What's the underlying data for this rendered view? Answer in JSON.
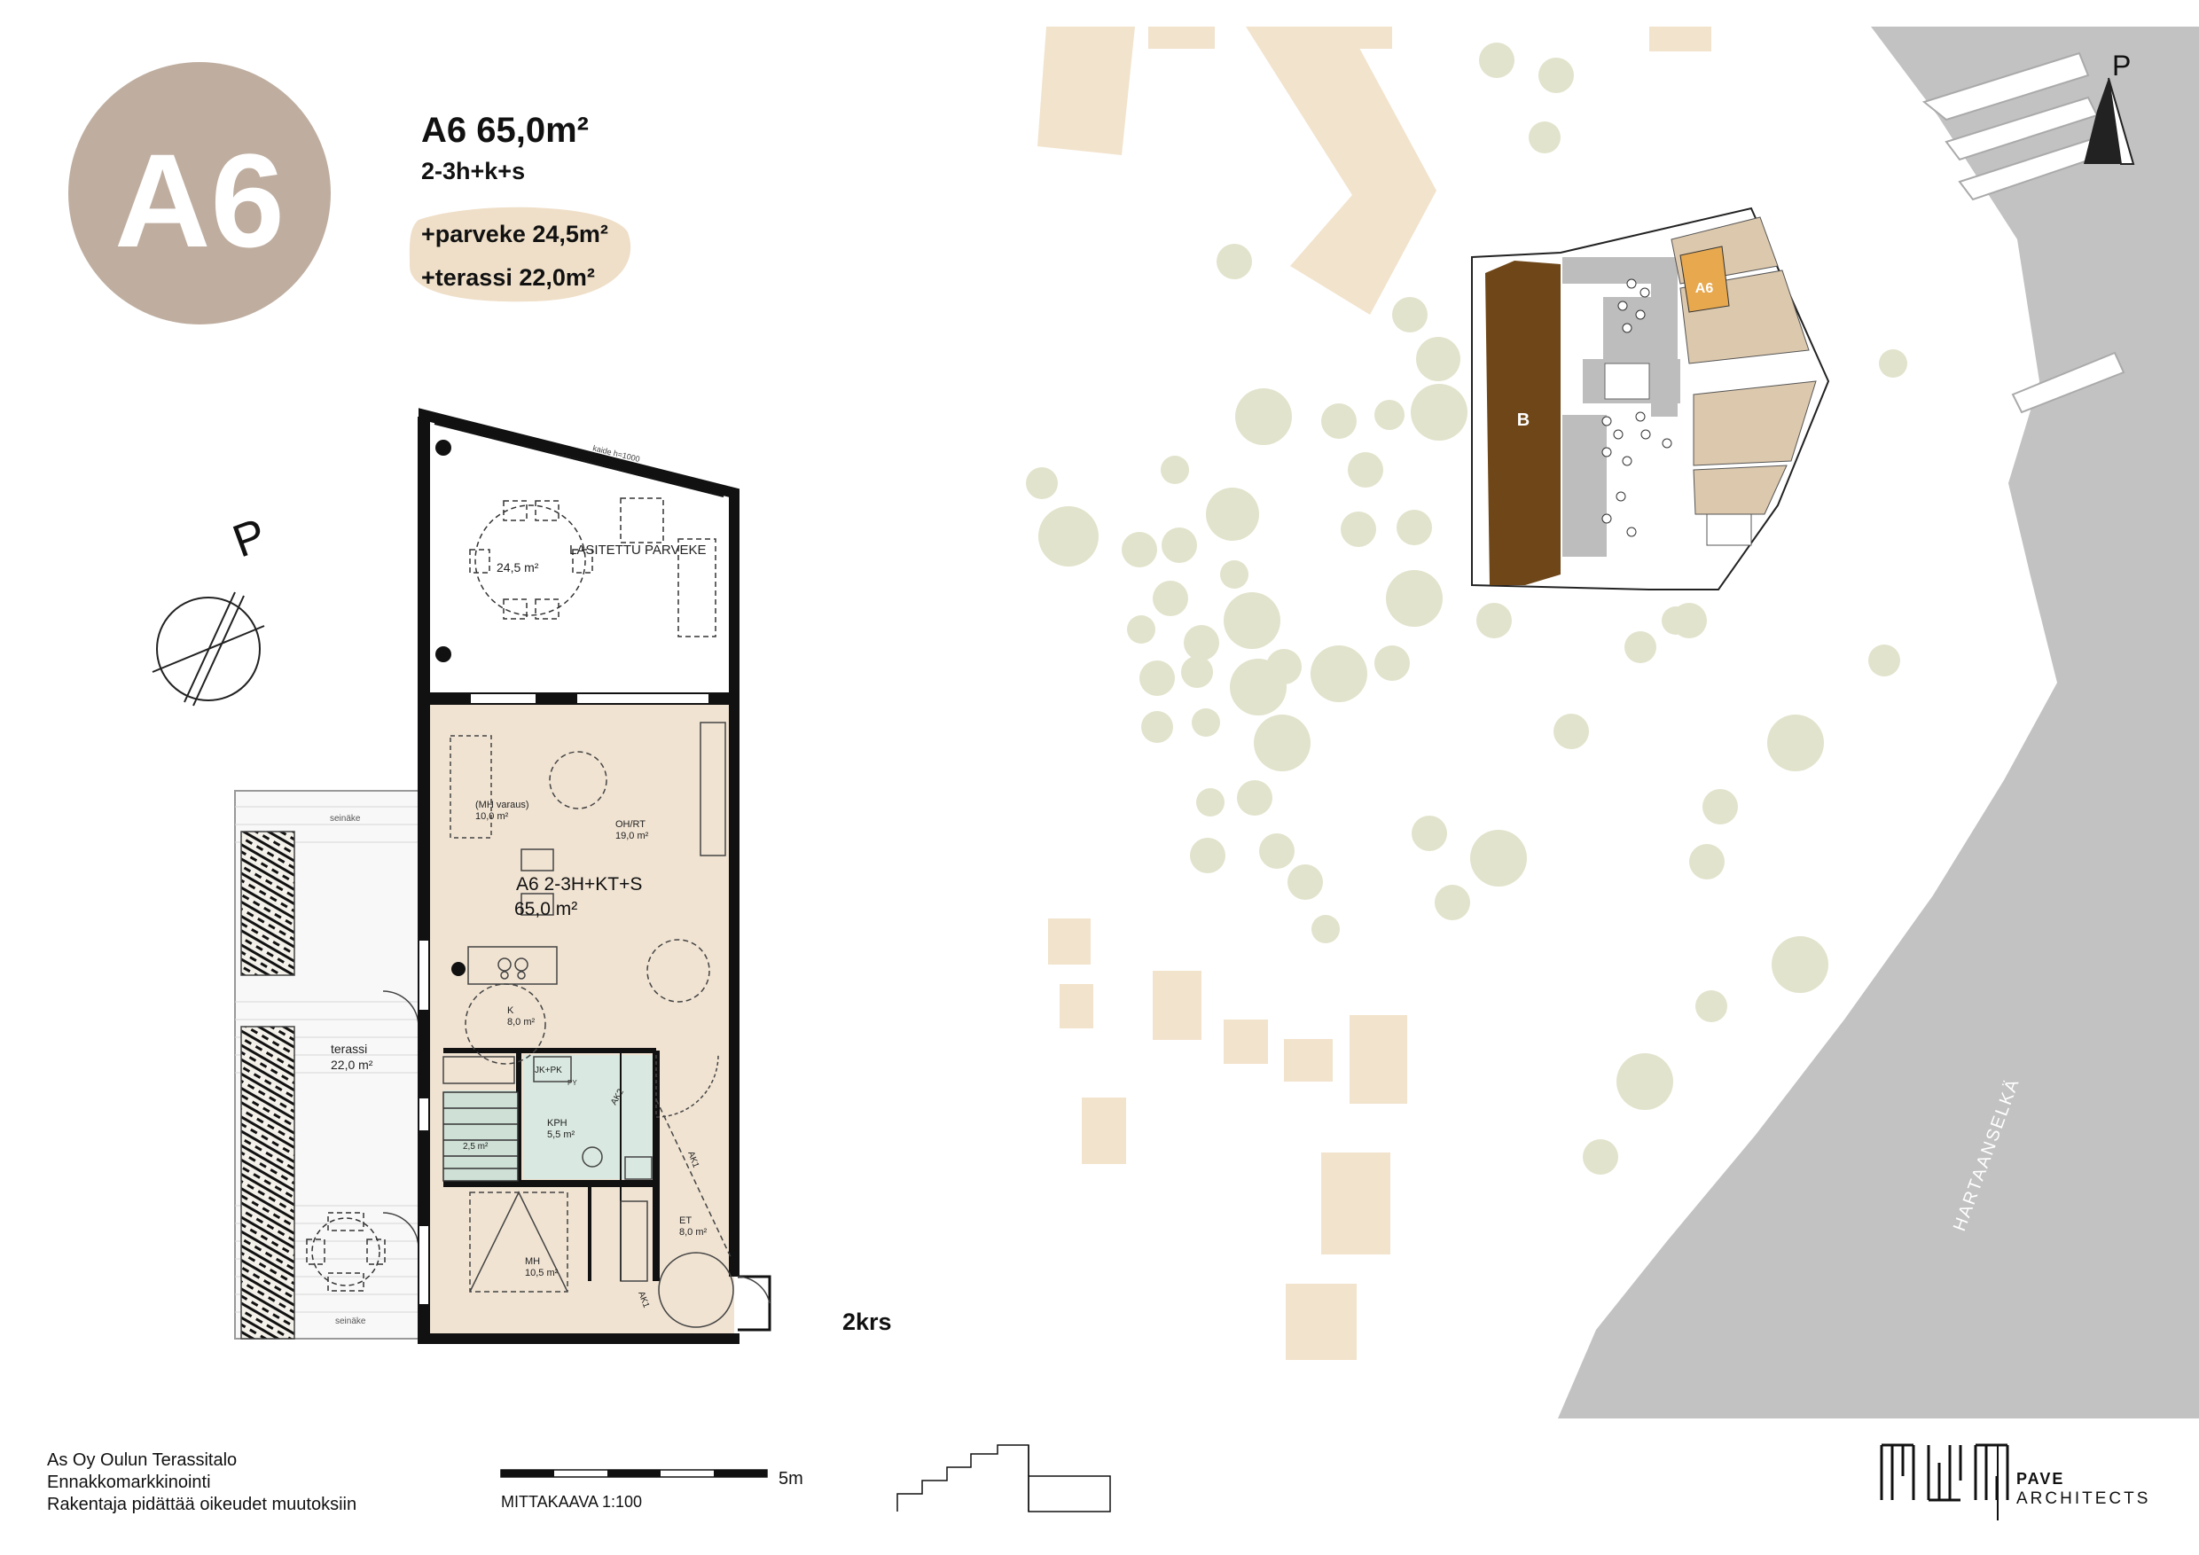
{
  "header": {
    "badge": "A6",
    "unit_title": "A6 65,0m²",
    "unit_type": "2-3h+k+s",
    "balcony": "+parveke 24,5m²",
    "terrace": "+terassi 22,0m²"
  },
  "plan": {
    "north_label": "P",
    "balcony_name": "LASITETTU PARVEKE",
    "balcony_area": "24,5 m²",
    "balcony_note": "kaide h=1000",
    "mh_reserve_name": "(MH varaus)",
    "mh_reserve_area": "10,0 m²",
    "living_name": "OH/RT",
    "living_area": "19,0 m²",
    "apartment_name": "A6 2-3H+KT+S",
    "apartment_area": "65,0 m²",
    "kitchen_name": "K",
    "kitchen_area": "8,0 m²",
    "terrace_name": "terassi",
    "terrace_area": "22,0 m²",
    "terrace_wall_label": "seinäke",
    "storage_label": "JK+PK",
    "bath_name": "KPH",
    "bath_area": "5,5 m²",
    "sauna_area": "2,5 m²",
    "hall_name": "ET",
    "hall_area": "8,0 m²",
    "bedroom_name": "MH",
    "bedroom_area": "10,5 m²",
    "wardrobe_label": "AK1",
    "wardrobe_label_2": "AK2",
    "washer_label": "PY",
    "floor_label": "2krs"
  },
  "site": {
    "north_label": "P",
    "building_b": "B",
    "highlight_unit": "A6",
    "lake_name": "HARTAANSELKÄ"
  },
  "footer": {
    "company": "As Oy Oulun Terassitalo",
    "line2": "Ennakkomarkkinointi",
    "line3": "Rakentaja pidättää oikeudet muutoksiin",
    "scale_end": "5m",
    "scale_label": "MITTAKAAVA 1:100"
  },
  "brand": {
    "name_line1": "PAVE",
    "name_line2": "ARCHITECTS"
  },
  "colors": {
    "badge": "#bfaea0",
    "floor": "#f0e3d2",
    "tree": "#e2e3cc",
    "building_tan": "#f2e3cc",
    "water": "#c2c2c2",
    "building_b": "#6e4617",
    "highlight": "#e7a84e"
  }
}
